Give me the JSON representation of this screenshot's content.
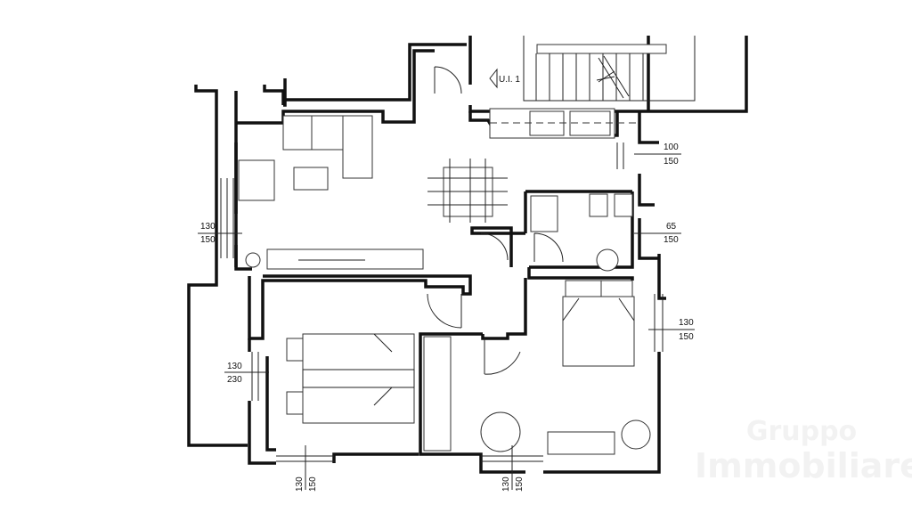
{
  "plan": {
    "unit_label": "U.I. 1",
    "windows": [
      {
        "id": "kitchen",
        "width": "100",
        "height": "150"
      },
      {
        "id": "bathroom",
        "width": "65",
        "height": "150"
      },
      {
        "id": "living",
        "width": "130",
        "height": "150"
      },
      {
        "id": "bedroom-double",
        "width": "130",
        "height": "150"
      },
      {
        "id": "bedroom-twin",
        "width": "130",
        "height": "230"
      },
      {
        "id": "bottom-left",
        "width": "130",
        "height": "150"
      },
      {
        "id": "bottom-right",
        "width": "130",
        "height": "150"
      }
    ]
  },
  "watermark": {
    "line1": "Gruppo",
    "line2": "Immobiliare"
  }
}
